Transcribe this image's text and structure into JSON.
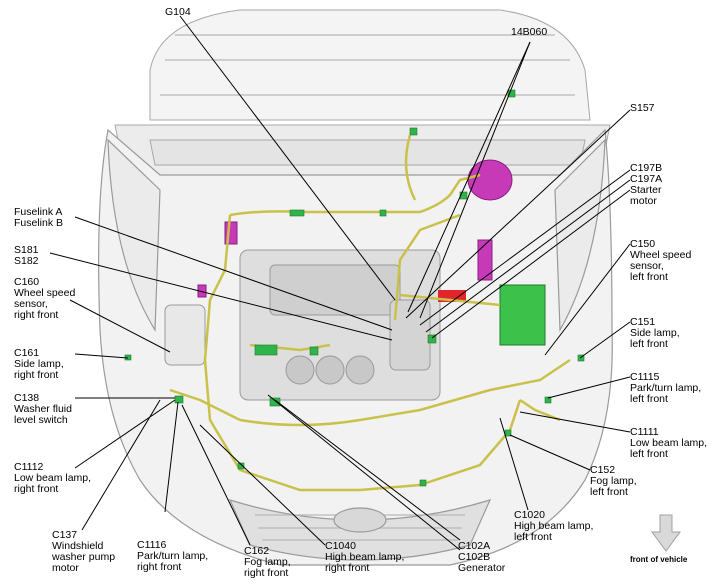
{
  "labels": {
    "g104": [
      "G104"
    ],
    "b14060": [
      "14B060"
    ],
    "s157": [
      "S157"
    ],
    "c197": [
      "C197B",
      "C197A",
      "Starter",
      "motor"
    ],
    "c150": [
      "C150",
      "Wheel speed",
      "sensor,",
      "left front"
    ],
    "c151": [
      "C151",
      "Side lamp,",
      "left front"
    ],
    "c1115": [
      "C1115",
      "Park/turn lamp,",
      "left front"
    ],
    "c1111": [
      "C1111",
      "Low beam lamp,",
      "left front"
    ],
    "c152": [
      "C152",
      "Fog lamp,",
      "left front"
    ],
    "c1020": [
      "C1020",
      "High beam lamp,",
      "left front"
    ],
    "fuselink": [
      "Fuselink A",
      "Fuselink B"
    ],
    "s181": [
      "S181",
      "S182"
    ],
    "c160": [
      "C160",
      "Wheel speed",
      "sensor,",
      "right front"
    ],
    "c161": [
      "C161",
      "Side lamp,",
      "right front"
    ],
    "c138": [
      "C138",
      "Washer fluid",
      "level switch"
    ],
    "c1112": [
      "C1112",
      "Low beam lamp,",
      "right front"
    ],
    "c137": [
      "C137",
      "Windshield",
      "washer pump",
      "motor"
    ],
    "c1116": [
      "C1116",
      "Park/turn lamp,",
      "right front"
    ],
    "c162": [
      "C162",
      "Fog lamp,",
      "right front"
    ],
    "c1040": [
      "C1040",
      "High beam lamp,",
      "right front"
    ],
    "c102": [
      "C102A",
      "C102B",
      "Generator"
    ]
  },
  "front_of_vehicle": "front of vehicle",
  "colors": {
    "harness": "#c9c14a",
    "connector": "#2fb34a",
    "magenta": "#c63ab8",
    "red": "#e0262a",
    "body": "#f2f2f2",
    "outline": "#9a9a9a"
  }
}
